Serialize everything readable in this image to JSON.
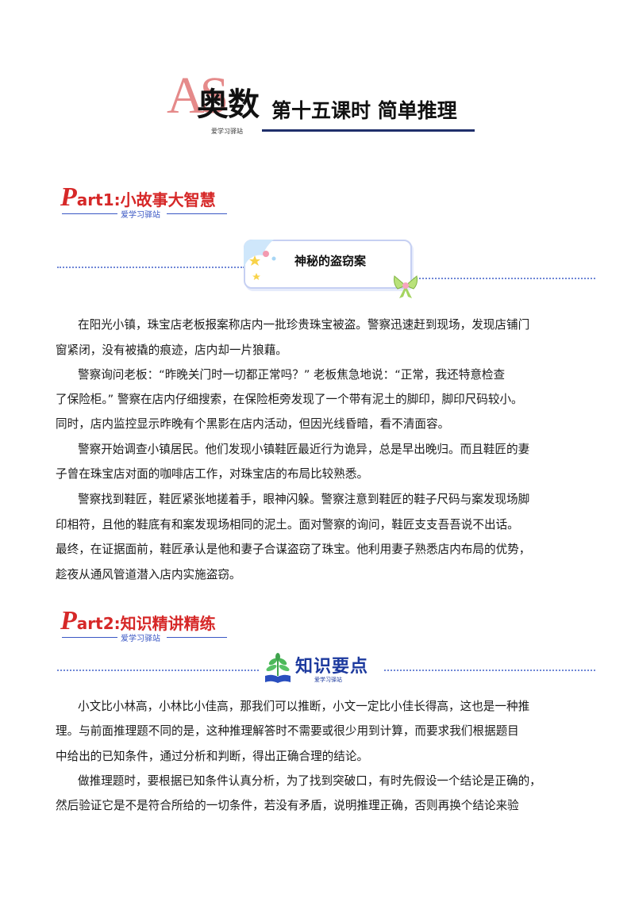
{
  "header": {
    "logo_letters": "AS",
    "logo_main": "奥数",
    "logo_sub": "爱学习驿站",
    "lesson_title": "第十五课时  简单推理"
  },
  "part1": {
    "p": "P",
    "rest": "art1:",
    "cn": "小故事大智慧",
    "sub": "爱学习驿站"
  },
  "story": {
    "banner": "神秘的盗窃案",
    "lines": [
      "在阳光小镇，珠宝店老板报案称店内一批珍贵珠宝被盗。警察迅速赶到现场，发现店铺门",
      "窗紧闭，没有被撬的痕迹，店内却一片狼藉。",
      "警察询问老板：“昨晚关门时一切都正常吗？” 老板焦急地说：“正常，我还特意检查",
      "了保险柜。” 警察在店内仔细搜索，在保险柜旁发现了一个带有泥土的脚印，脚印尺码较小。",
      "同时，店内监控显示昨晚有个黑影在店内活动，但因光线昏暗，看不清面容。",
      "警察开始调查小镇居民。他们发现小镇鞋匠最近行为诡异，总是早出晚归。而且鞋匠的妻",
      "子曾在珠宝店对面的咖啡店工作，对珠宝店的布局比较熟悉。",
      "警察找到鞋匠，鞋匠紧张地搓着手，眼神闪躲。警察注意到鞋匠的鞋子尺码与案发现场脚",
      "印相符，且他的鞋底有和案发现场相同的泥土。面对警察的询问，鞋匠支支吾吾说不出话。",
      "最终，在证据面前，鞋匠承认是他和妻子合谋盗窃了珠宝。他利用妻子熟悉店内布局的优势，",
      "趁夜从通风管道潜入店内实施盗窃。"
    ]
  },
  "part2": {
    "p": "P",
    "rest": "art2:",
    "cn": "知识精讲精练",
    "sub": "爱学习驿站"
  },
  "knowledge": {
    "banner": "知识要点",
    "banner_sub": "爱学习驿站",
    "lines": [
      "小文比小林高，小林比小佳高，那我们可以推断，小文一定比小佳长得高，这也是一种推",
      "理。与前面推理题不同的是，这种推理解答时不需要或很少用到计算，而要求我们根据题目",
      "中给出的已知条件，通过分析和判断，得出正确合理的结论。",
      "做推理题时，要根据已知条件认真分析，为了找到突破口，有时先假设一个结论是正确的，",
      "然后验证它是不是符合所给的一切条件，若没有矛盾，说明推理正确，否则再换个结论来验"
    ]
  },
  "colors": {
    "accent_red": "#d62828",
    "accent_blue": "#1d3a9e",
    "rule_blue": "#6f87d6"
  },
  "icons": [
    "star-icon",
    "bow-icon",
    "plant-book-icon"
  ]
}
